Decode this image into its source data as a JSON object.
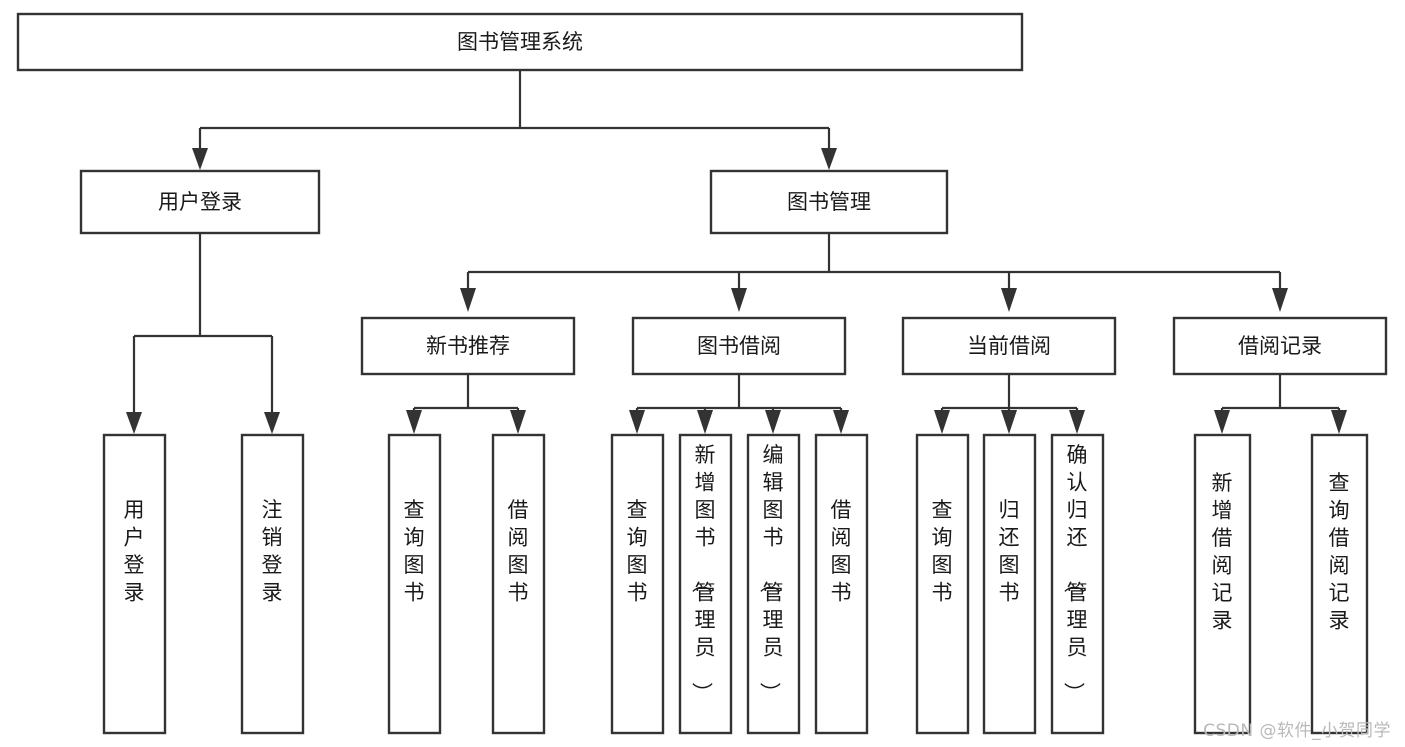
{
  "diagram": {
    "type": "tree-hierarchy-chart",
    "title_node": {
      "id": "root",
      "label": "图书管理系统"
    },
    "level2": [
      {
        "id": "user-login",
        "label": "用户登录"
      },
      {
        "id": "book-mgmt",
        "label": "图书管理"
      }
    ],
    "level3": [
      {
        "id": "new-book-rec",
        "label": "新书推荐",
        "parent": "book-mgmt"
      },
      {
        "id": "book-borrow",
        "label": "图书借阅",
        "parent": "book-mgmt"
      },
      {
        "id": "current-borrow",
        "label": "当前借阅",
        "parent": "book-mgmt"
      },
      {
        "id": "borrow-record",
        "label": "借阅记录",
        "parent": "book-mgmt"
      }
    ],
    "leaves": [
      {
        "id": "leaf-user-login",
        "label": "用户登录",
        "parent": "user-login"
      },
      {
        "id": "leaf-logout",
        "label": "注销登录",
        "parent": "user-login"
      },
      {
        "id": "leaf-query-book-1",
        "label": "查询图书",
        "parent": "new-book-rec"
      },
      {
        "id": "leaf-borrow-book-1",
        "label": "借阅图书",
        "parent": "new-book-rec"
      },
      {
        "id": "leaf-query-book-2",
        "label": "查询图书",
        "parent": "book-borrow"
      },
      {
        "id": "leaf-add-book",
        "label": "新增图书（管理员）",
        "parent": "book-borrow"
      },
      {
        "id": "leaf-edit-book",
        "label": "编辑图书（管理员）",
        "parent": "book-borrow"
      },
      {
        "id": "leaf-borrow-book-2",
        "label": "借阅图书",
        "parent": "book-borrow"
      },
      {
        "id": "leaf-query-book-3",
        "label": "查询图书",
        "parent": "current-borrow"
      },
      {
        "id": "leaf-return-book",
        "label": "归还图书",
        "parent": "current-borrow"
      },
      {
        "id": "leaf-confirm-return",
        "label": "确认归还（管理员）",
        "parent": "current-borrow"
      },
      {
        "id": "leaf-add-record",
        "label": "新增借阅记录",
        "parent": "borrow-record"
      },
      {
        "id": "leaf-query-record",
        "label": "查询借阅记录",
        "parent": "borrow-record"
      }
    ],
    "colors": {
      "box_stroke": "#333333",
      "box_fill": "#ffffff",
      "connector": "#333333",
      "text": "#1a1a1a",
      "watermark": "#b9b9b9",
      "background": "#ffffff"
    }
  },
  "watermark": {
    "text": "CSDN @软件_小贺同学"
  }
}
